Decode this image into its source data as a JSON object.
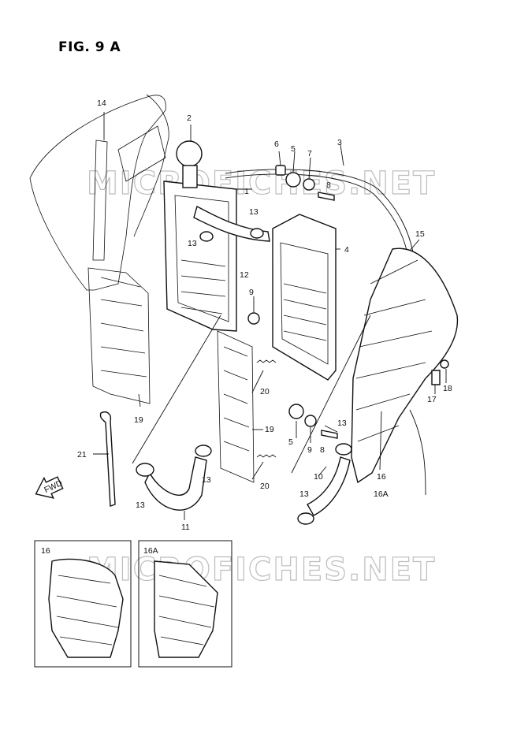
{
  "figure": {
    "title": "FIG. 9 A"
  },
  "watermark": {
    "text": "MICROFICHES.NET"
  },
  "callouts": {
    "c1": "1",
    "c2": "2",
    "c3": "3",
    "c4": "4",
    "c5a": "5",
    "c5b": "5",
    "c6": "6",
    "c7": "7",
    "c8a": "8",
    "c8b": "8",
    "c9a": "9",
    "c9b": "9",
    "c10": "10",
    "c11": "11",
    "c12": "12",
    "c13a": "13",
    "c13b": "13",
    "c13c": "13",
    "c13d": "13",
    "c13e": "13",
    "c13f": "13",
    "c14": "14",
    "c15": "15",
    "c16": "16",
    "c16a": "16A",
    "c17": "17",
    "c18": "18",
    "c19a": "19",
    "c19b": "19",
    "c20a": "20",
    "c20b": "20",
    "c21": "21"
  },
  "fwd": {
    "label": "FWD"
  },
  "insets": {
    "left": {
      "label": "16"
    },
    "right": {
      "label": "16A"
    }
  }
}
